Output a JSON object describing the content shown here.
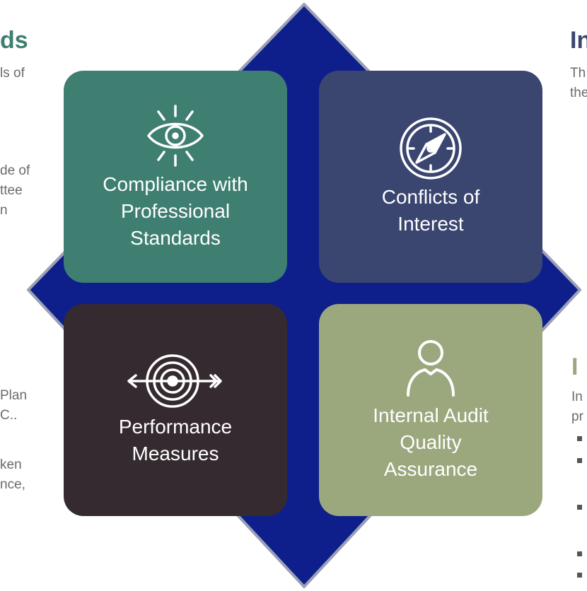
{
  "colors": {
    "diamond": "#0e1f8c",
    "tile_compliance": "#3f7f72",
    "tile_conflicts": "#3a4570",
    "tile_performance": "#352a2f",
    "tile_quality": "#9ba77d"
  },
  "left_fragments": {
    "heading": "ds",
    "line1": "ls of",
    "line2": "de of",
    "line3": "ttee",
    "line4": "n",
    "line5": "Plan",
    "line6": "C..",
    "line7": "ken",
    "line8": "nce,"
  },
  "right_fragments": {
    "heading_top": "In",
    "line1": "Th",
    "line2": "the",
    "heading_bottom": "I",
    "line3": "In",
    "line4": "pr"
  },
  "tiles": {
    "compliance": {
      "icon": "eye-icon",
      "lines": [
        "Compliance with",
        "Professional",
        "Standards"
      ]
    },
    "conflicts": {
      "icon": "compass-icon",
      "lines": [
        "Conflicts of",
        "Interest"
      ]
    },
    "performance": {
      "icon": "target-arrow-icon",
      "lines": [
        "Performance",
        "Measures"
      ]
    },
    "quality": {
      "icon": "person-icon",
      "lines": [
        "Internal Audit",
        "Quality",
        "Assurance"
      ]
    }
  }
}
